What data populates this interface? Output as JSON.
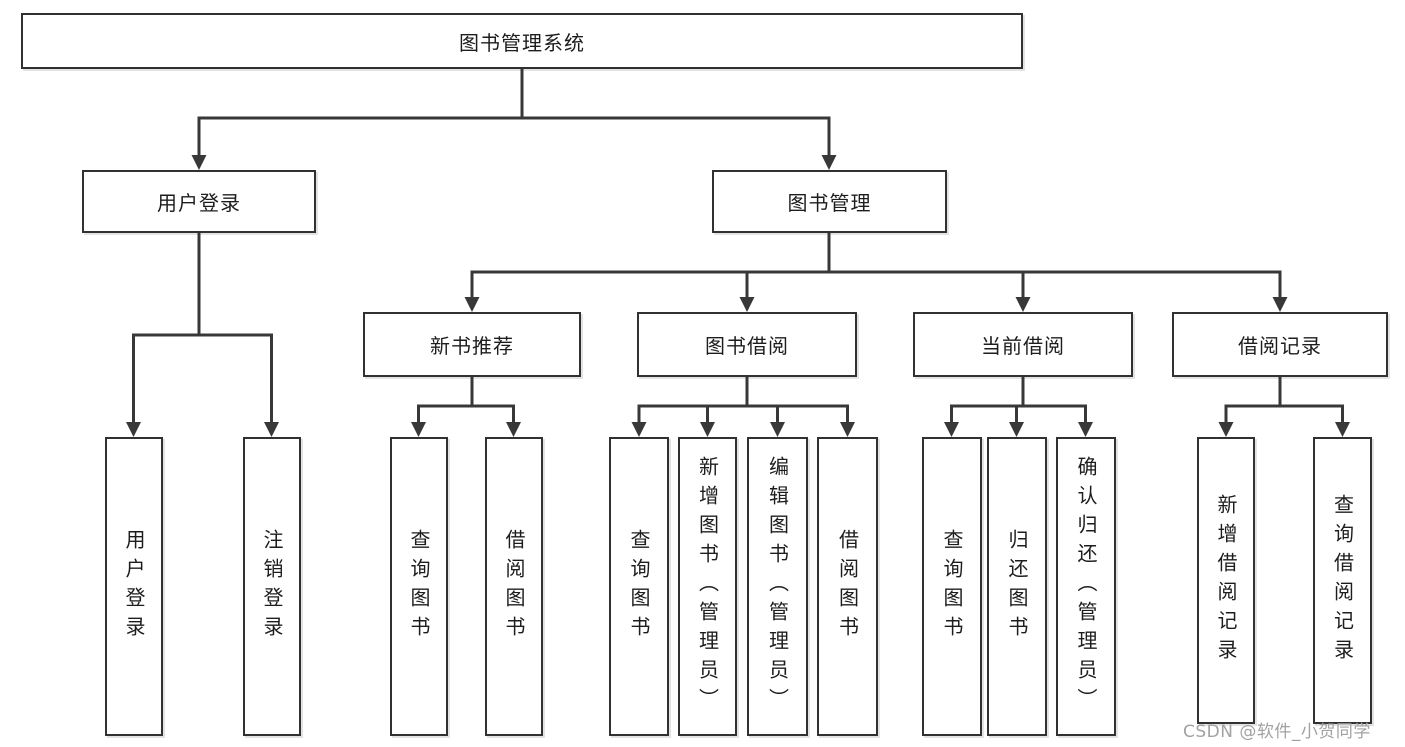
{
  "diagram": {
    "root": {
      "label": "图书管理系统"
    },
    "level2": [
      {
        "label": "用户登录"
      },
      {
        "label": "图书管理"
      }
    ],
    "level3": [
      {
        "label": "新书推荐"
      },
      {
        "label": "图书借阅"
      },
      {
        "label": "当前借阅"
      },
      {
        "label": "借阅记录"
      }
    ],
    "leaves": {
      "user_login": [
        "用户登录",
        "注销登录"
      ],
      "new_books": [
        "查询图书",
        "借阅图书"
      ],
      "book_borrow": [
        "查询图书",
        "新增图书（管理员）",
        "编辑图书（管理员）",
        "借阅图书"
      ],
      "current_borrow": [
        "查询图书",
        "归还图书",
        "确认归还（管理员）"
      ],
      "borrow_records": [
        "新增借阅记录",
        "查询借阅记录"
      ]
    },
    "watermark": "CSDN @软件_小贺同学",
    "colors": {
      "line": "#383838",
      "border": "#313131",
      "text": "#1d1d1d",
      "watermark": "#a2a2a2",
      "background": "#ffffff"
    }
  }
}
